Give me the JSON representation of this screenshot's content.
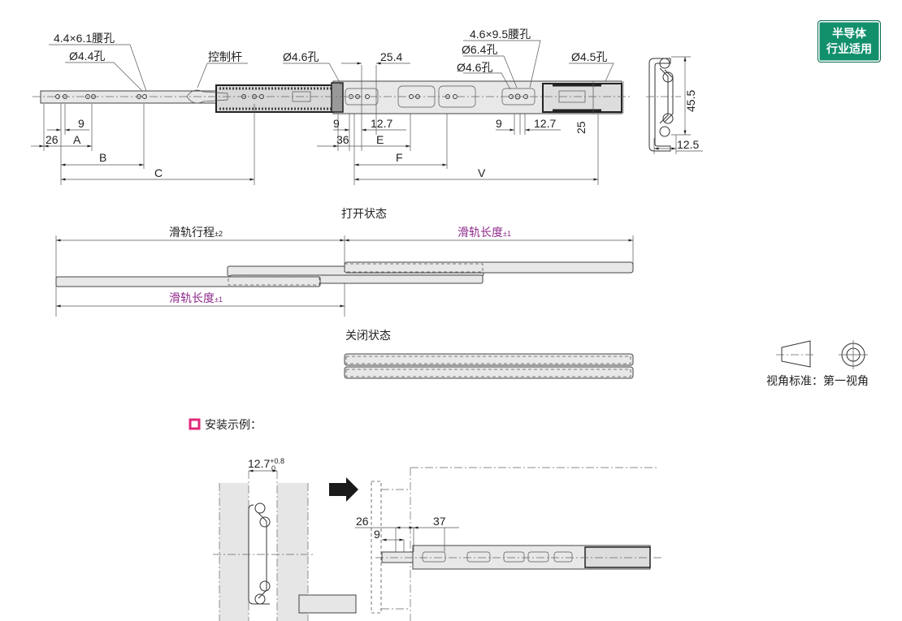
{
  "badge": {
    "line1": "半导体",
    "line2": "行业适用"
  },
  "top_view": {
    "callouts": {
      "slot_hole_small": "4.4×6.1腰孔",
      "hole_44": "Ø4.4孔",
      "lever": "控制杆",
      "hole_46_left": "Ø4.6孔",
      "slot_hole_large": "4.6×9.5腰孔",
      "hole_64": "Ø6.4孔",
      "hole_46_right": "Ø4.6孔",
      "hole_45": "Ø4.5孔"
    },
    "dims": {
      "d26": "26",
      "dA": "A",
      "d9_left": "9",
      "dB": "B",
      "dC": "C",
      "d9_mid": "9",
      "d36": "36",
      "d127_mid": "12.7",
      "d254": "25.4",
      "dE": "E",
      "dF": "F",
      "dV": "V",
      "d9_right": "9",
      "d127_right": "12.7",
      "d25": "25"
    }
  },
  "end_view": {
    "height": "45.5",
    "width": "12.5"
  },
  "open_state": {
    "title": "打开状态",
    "travel": "滑轨行程",
    "travel_tol": "±2",
    "length_top": "滑轨长度",
    "length_top_tol": "±1",
    "length_bottom": "滑轨长度",
    "length_bottom_tol": "±1"
  },
  "closed_state": {
    "title": "关闭状态"
  },
  "projection": {
    "label": "视角标准：第一视角"
  },
  "install": {
    "title": "安装示例：",
    "gap": "12.7",
    "gap_tol_upper": "+0.8",
    "gap_tol_lower": "0",
    "d26": "26",
    "d9": "9",
    "d37": "37"
  },
  "colors": {
    "accent_magenta": "#8e2a8a",
    "badge_green": "#12906c",
    "install_marker": "#e0287a"
  }
}
